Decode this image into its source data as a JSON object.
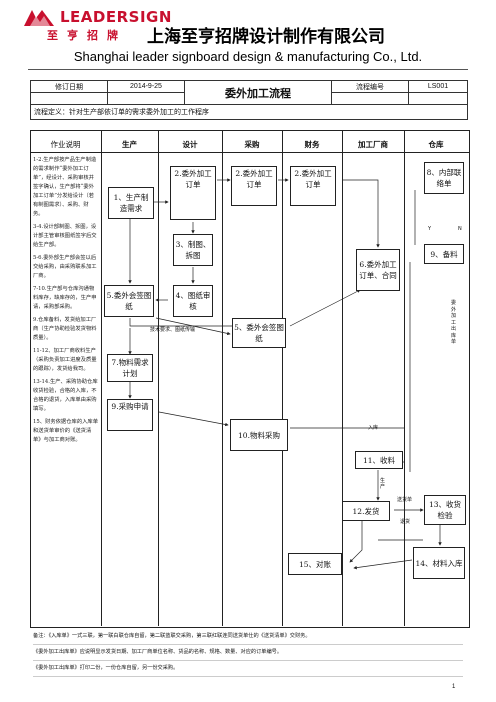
{
  "header": {
    "logo_text": "LEADERSIGN",
    "logo_cn": "至亨招牌",
    "company_cn": "上海至亨招牌设计制作有限公司",
    "company_en": "Shanghai leader signboard design & manufacturing Co., Ltd."
  },
  "meta": {
    "revise_date_label": "修订日期",
    "revise_date_value": "2014-9-25",
    "title": "委外加工流程",
    "process_no_label": "流程编号",
    "process_no_value": "LS001",
    "definition": "流程定义：针对生产部依订单的需求委外加工的工作程序"
  },
  "columns": [
    "作业说明",
    "生产",
    "设计",
    "采购",
    "财务",
    "加工厂商",
    "仓库"
  ],
  "descriptions": [
    "1-2.生产部按产品生产制造的需求制作“委外加工订单”，经设计、采购审核并签字确认，生产部将“委外加工订单”分发给设计（若有制图需求）、采购、财务。",
    "3-4.设计部制图、拆图，设计部主管审核图纸签字后交给生产部。",
    "5-6.委外部生产部会签以后交给采购，由采购联系加工厂商。",
    "7-10.生产部与仓库沟通物料库存，缺库存的，生产申请，采购部采购。",
    "9.仓库备料，发货给加工厂商（生产协助检验发货物料质量）。",
    "11-12、加工厂商收料生产（采购负责加工进度及质量的跟踪），发货给我司。",
    "13-14.生产、采购协助仓库收货检验，合格的入库，不合格的退货，入库单由采购填写。",
    "15、财务依据仓库的入库单和送货单审价的《送货清单》与加工商对账。"
  ],
  "boxes": {
    "b1": "1、生产制造需求",
    "b2a": "2.委外加工订单",
    "b2b": "2.委外加工订单",
    "b2c": "2.委外加工订单",
    "b3": "3、制图、拆图",
    "b4": "4、图纸审核",
    "b5a": "5.委外会签图纸",
    "b5b": "5、委外会签图纸",
    "b6": "6.委外加工订单、合同",
    "b7": "7.物料需求计划",
    "b8": "8、内部联络单",
    "b9a": "9、备料",
    "b9b": "9.采购申请",
    "b10": "10.物料采购",
    "b11": "11、收料",
    "b12": "12.发货",
    "b13": "13、收货检验",
    "b14": "14、材料入库",
    "b15": "15、对账"
  },
  "labels": {
    "tech_req": "技术要求、图纸传输",
    "stock_in": "入库",
    "yes": "Y",
    "no": "N",
    "production": "生产",
    "delivery_list": "送货单",
    "return": "退货",
    "vertical_note": "委外加工出库单"
  },
  "notes": [
    "备注：《入库单》一式三联，第一联白联仓库自留，第二联蓝联交采购，第三联红联连同送货单仕的《送货清单》交财务。",
    "《委外加工出库单》应说明显示发货日期、加工厂商单位名称、货品的名称、规格、数量、对应的订单编号。",
    "《委外加工出库单》打印二份，一份仓库自留，另一份交采购。"
  ],
  "page_number": "1",
  "colors": {
    "brand_red": "#c8102e",
    "line": "#222222"
  }
}
